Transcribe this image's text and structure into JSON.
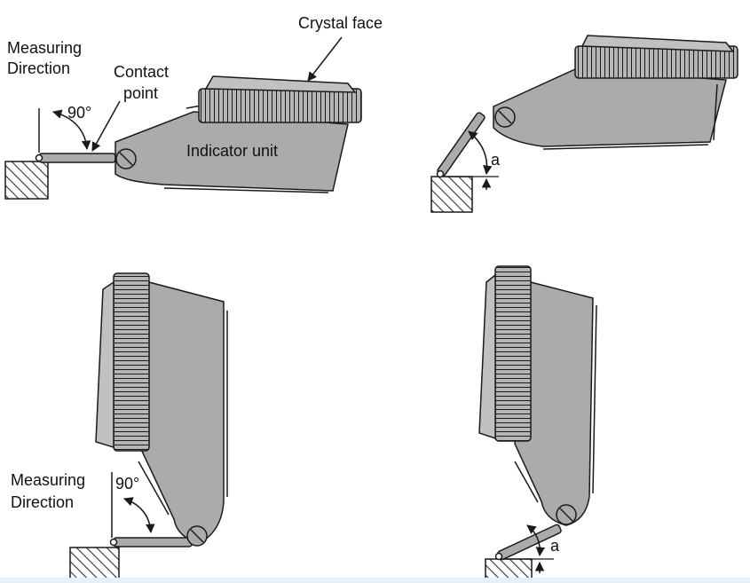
{
  "labels": {
    "crystal_face": "Crystal face",
    "measuring": "Measuring",
    "direction": "Direction",
    "contact": "Contact",
    "point": "point",
    "angle_90": "90°",
    "indicator_unit": "Indicator unit",
    "angle_a": "a"
  },
  "colors": {
    "body_fill": "#a9abad",
    "outline": "#1a1a1a",
    "hatch": "#333333",
    "background": "#ffffff"
  },
  "icons": {
    "pivot": "screw-head-icon",
    "workpiece": "hatched-block-icon"
  }
}
